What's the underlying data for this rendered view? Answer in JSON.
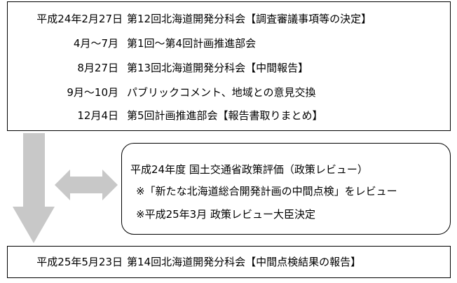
{
  "schedule": [
    {
      "date": "平成24年2月27日",
      "event": "第12回北海道開発分科会【調査審議事項等の決定】"
    },
    {
      "date": "4月～7月",
      "event": "第1回～第4回計画推進部会"
    },
    {
      "date": "8月27日",
      "event": "第13回北海道開発分科会【中間報告】"
    },
    {
      "date": "9月～10月",
      "event": "パブリックコメント、地域との意見交換"
    },
    {
      "date": "12月4日",
      "event": "第5回計画推進部会【報告書取りまとめ】"
    }
  ],
  "review": {
    "title": "平成24年度 国土交通省政策評価（政策レビュー）",
    "notes": [
      "※「新たな北海道総合開発計画の中間点検」をレビュー",
      "※平成25年3月 政策レビュー大臣決定"
    ]
  },
  "final": {
    "date": "平成25年5月23日",
    "event": "第14回北海道開発分科会【中間点検結果の報告】"
  },
  "colors": {
    "arrow": "#c8c8c8",
    "border": "#000000",
    "text": "#000000"
  }
}
